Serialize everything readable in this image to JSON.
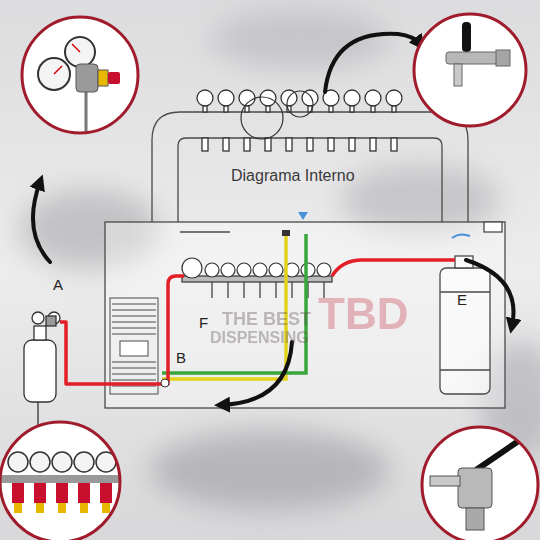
{
  "diagram": {
    "title": "Diagrama Interno",
    "labels": [
      "A",
      "B",
      "E",
      "F",
      "THE BEST",
      "DISPENSING",
      "TBD"
    ]
  }
}
